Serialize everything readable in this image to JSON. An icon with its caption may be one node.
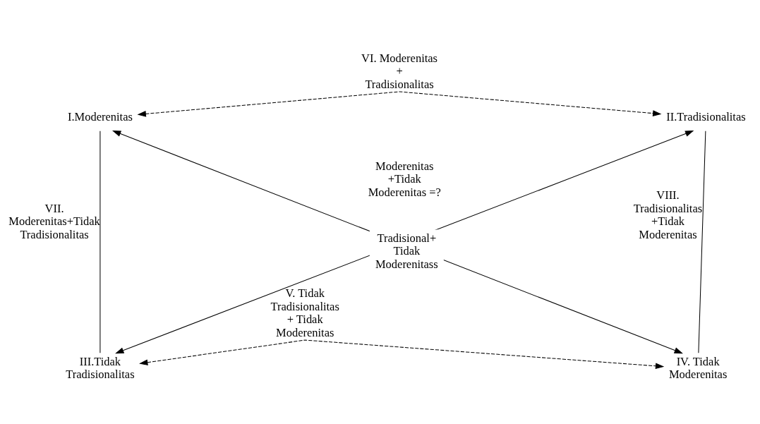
{
  "diagram": {
    "nodes": [
      {
        "text": [
          "I.Moderenitas"
        ]
      },
      {
        "text": [
          "II.Tradisionalitas"
        ]
      },
      {
        "text": [
          "III.Tidak Tradisionalitas"
        ]
      },
      {
        "text": [
          "IV. Tidak Moderenitas"
        ]
      }
    ],
    "edges": [
      {
        "from": 0,
        "to": 1,
        "arrow": "both",
        "style": "dashed",
        "label": "VI. Moderenitas + Tradisionalitas"
      },
      {
        "from": 0,
        "to": 2,
        "arrow": "none",
        "label": "VII. Moderenitas+Tidak Tradisionalitas"
      },
      {
        "from": 1,
        "to": 3,
        "arrow": "none",
        "label": "VIII. Tradisionalitas +Tidak Moderenitas"
      },
      {
        "from": 0,
        "to": 3,
        "arrow": "both"
      },
      {
        "from": 1,
        "to": 2,
        "arrow": "both"
      },
      {
        "from": 2,
        "to": 3,
        "arrow": "both",
        "style": "dashed",
        "label": "V. Tidak Tradisionalitas + Tidak Moderenitas"
      }
    ],
    "labels": [
      "Moderenitas +Tidak Moderenitas =?",
      "Tradisional+ Tidak Moderenitass"
    ]
  }
}
